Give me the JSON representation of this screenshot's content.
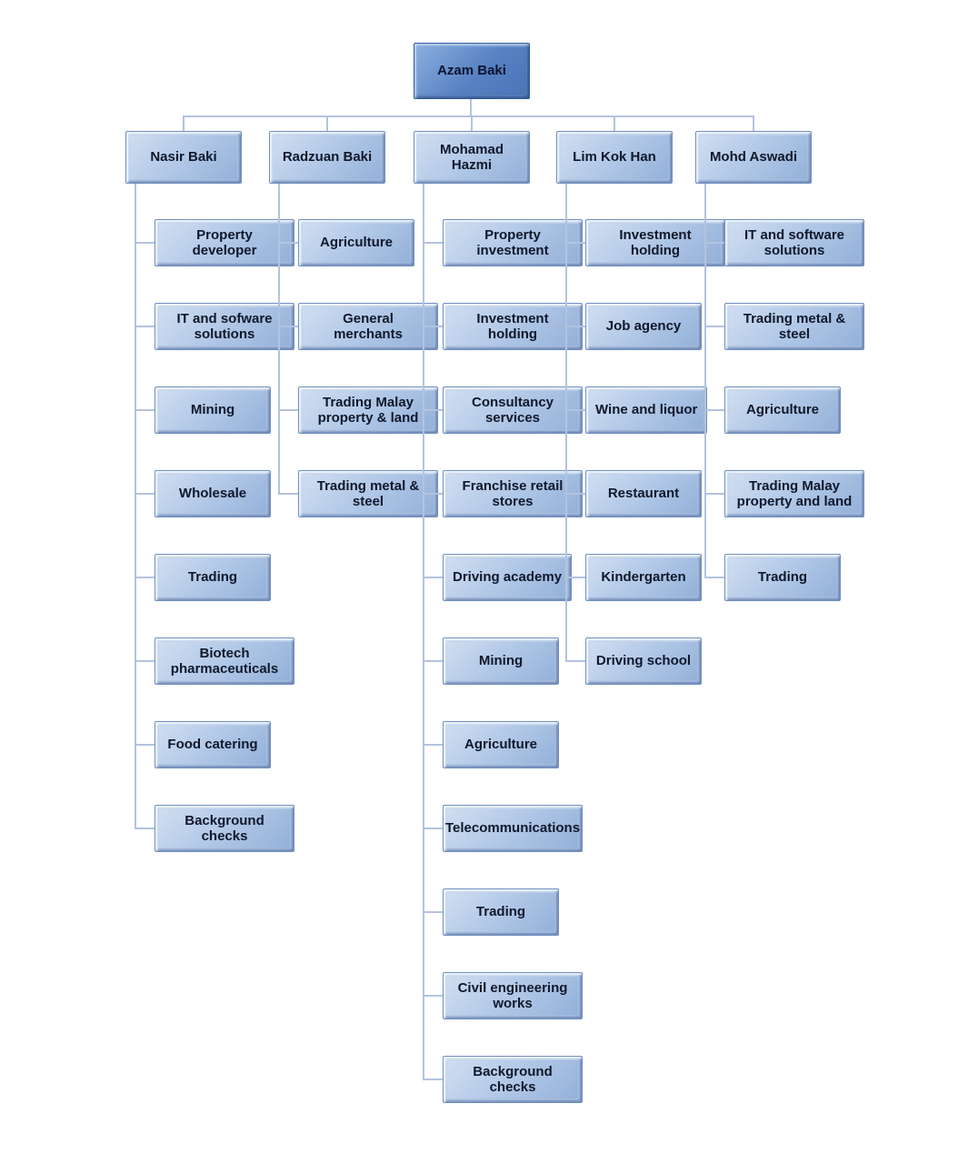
{
  "root": {
    "label": "Azam Baki"
  },
  "columns": [
    {
      "label": "Nasir Baki",
      "children": [
        "Property developer",
        "IT and sofware solutions",
        "Mining",
        "Wholesale",
        "Trading",
        "Biotech pharmaceuticals",
        "Food catering",
        "Background checks"
      ]
    },
    {
      "label": "Radzuan Baki",
      "children": [
        "Agriculture",
        "General merchants",
        "Trading Malay property & land",
        "Trading metal & steel"
      ]
    },
    {
      "label": "Mohamad Hazmi",
      "children": [
        "Property investment",
        "Investment holding",
        "Consultancy services",
        "Franchise retail stores",
        "Driving academy",
        "Mining",
        "Agriculture",
        "Telecommunications",
        "Trading",
        "Civil engineering works",
        "Background checks"
      ]
    },
    {
      "label": "Lim Kok Han",
      "children": [
        "Investment holding",
        "Job agency",
        "Wine and liquor",
        "Restaurant",
        "Kindergarten",
        "Driving school"
      ]
    },
    {
      "label": "Mohd Aswadi",
      "children": [
        "IT and software solutions",
        "Trading metal & steel",
        "Agriculture",
        "Trading Malay property and land",
        "Trading"
      ]
    }
  ],
  "colors": {
    "node_fill": "#a9c4e4",
    "node_border": "#6f8fc0",
    "root_fill": "#5881c2",
    "connector": "#b3c3df",
    "text": "#10182b"
  }
}
